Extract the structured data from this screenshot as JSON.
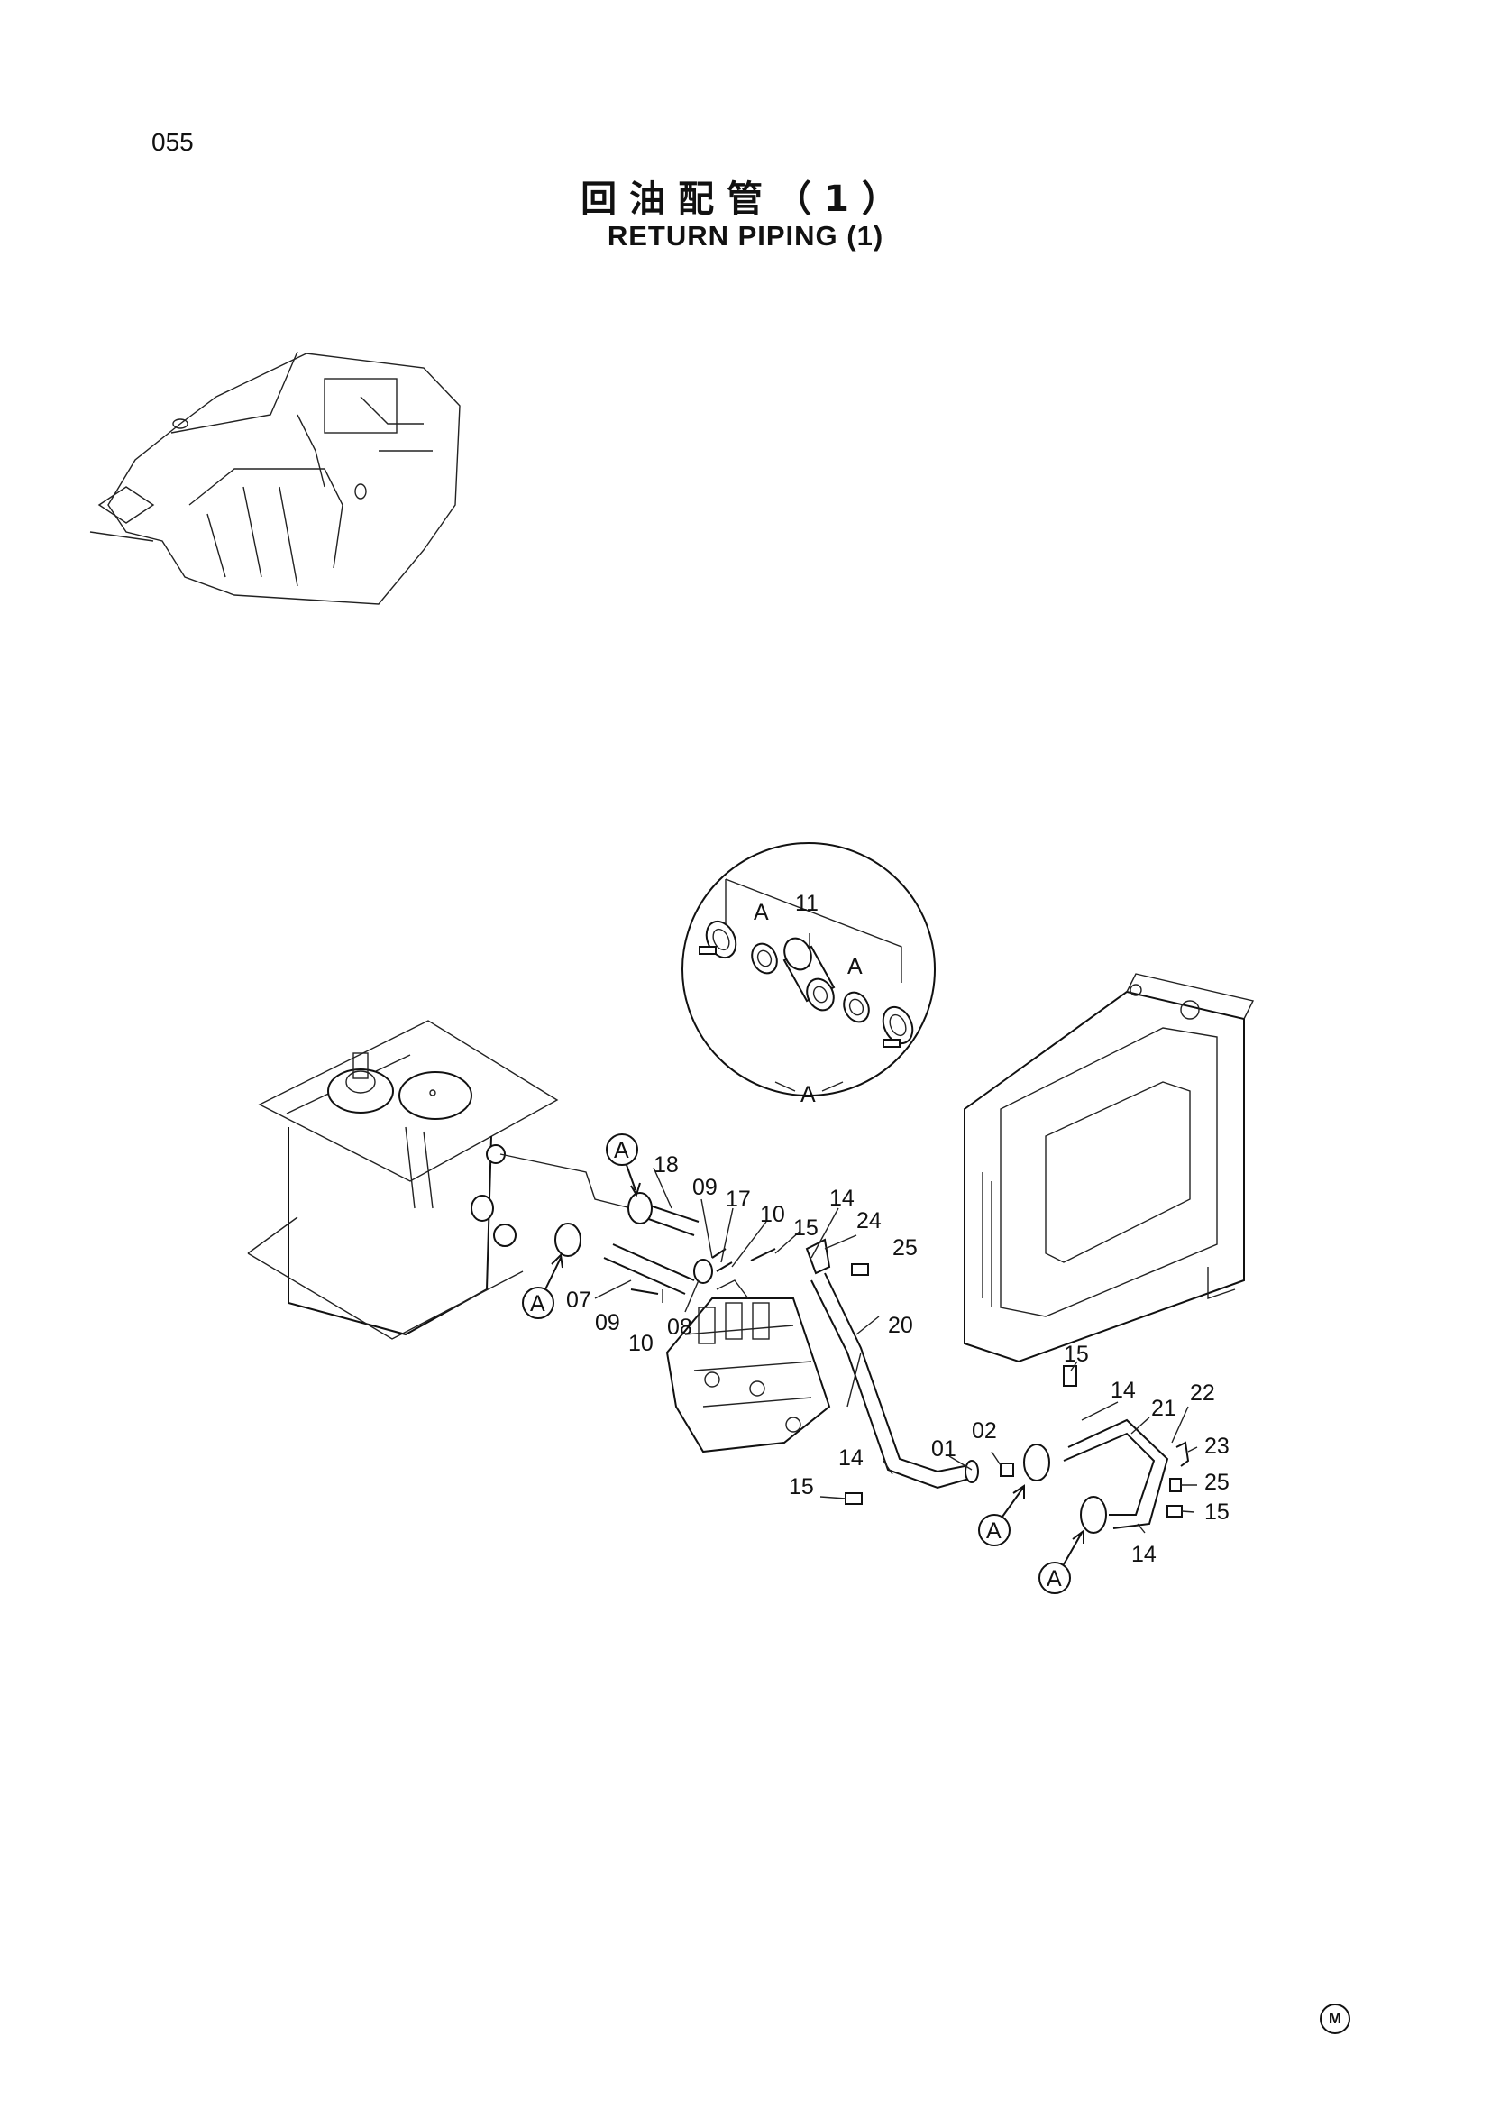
{
  "header": {
    "page_number": "055",
    "title_chinese": "回油配管（1）",
    "title_english": "RETURN PIPING (1)"
  },
  "callouts": {
    "c01": "01",
    "c02": "02",
    "c07": "07",
    "c08": "08",
    "c09a": "09",
    "c09b": "09",
    "c10a": "10",
    "c10b": "10",
    "c11": "11",
    "c14a": "14",
    "c14b": "14",
    "c14c": "14",
    "c14d": "14",
    "c15a": "15",
    "c15b": "15",
    "c15c": "15",
    "c15d": "15",
    "c17": "17",
    "c18": "18",
    "c20": "20",
    "c21": "21",
    "c22": "22",
    "c23": "23",
    "c24": "24",
    "c25a": "25",
    "c25b": "25"
  },
  "detail": {
    "view_label": "A",
    "inner_label_left": "A",
    "inner_label_right": "A"
  },
  "ref_markers": {
    "m1": "A",
    "m2": "A",
    "m3": "A",
    "m4": "A"
  },
  "footer": {
    "mark": "M"
  }
}
